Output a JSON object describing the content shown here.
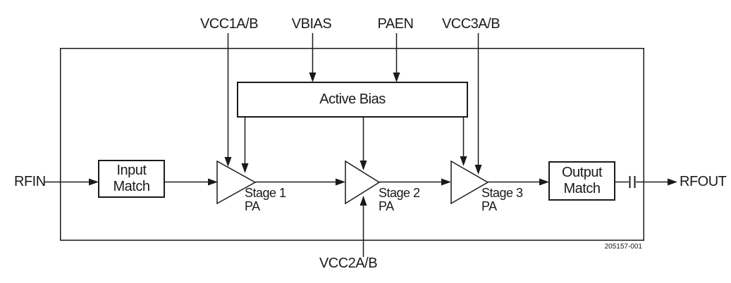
{
  "ports": {
    "rfin": "RFIN",
    "rfout": "RFOUT",
    "vcc1ab": "VCC1A/B",
    "vbias": "VBIAS",
    "paen": "PAEN",
    "vcc3ab": "VCC3A/B",
    "vcc2ab": "VCC2A/B"
  },
  "blocks": {
    "input_match": "Input\nMatch",
    "active_bias": "Active Bias",
    "output_match": "Output\nMatch"
  },
  "stages": {
    "stage1": "Stage 1\nPA",
    "stage2": "Stage 2\nPA",
    "stage3": "Stage 3\nPA"
  },
  "figure_number": "205157-001",
  "colors": {
    "line": "#1a1a1a",
    "background": "#ffffff"
  }
}
